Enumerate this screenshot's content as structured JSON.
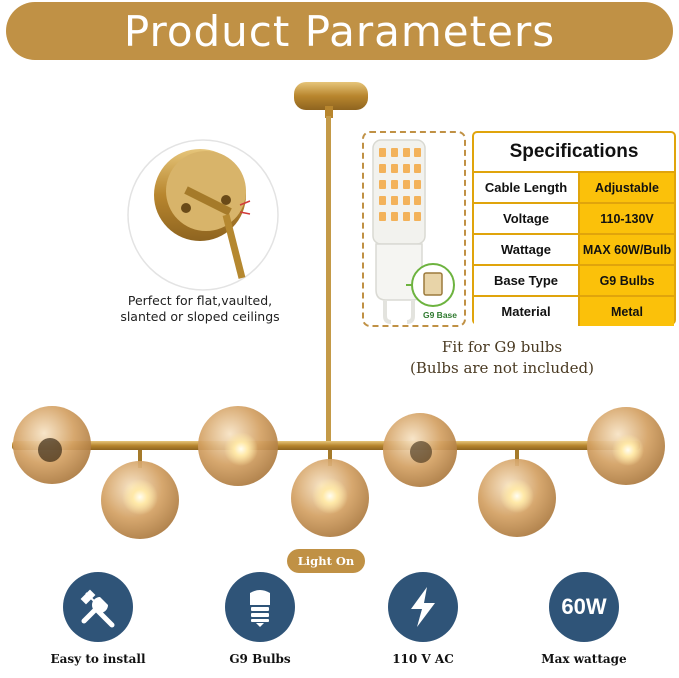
{
  "banner": {
    "title": "Product Parameters"
  },
  "ceiling_note": {
    "line1": "Perfect for flat,vaulted,",
    "line2": "slanted or sloped ceilings"
  },
  "bulb_inset": {
    "base_label": "G9 Base"
  },
  "specifications": {
    "title": "Specifications",
    "rows": [
      {
        "key": "Cable Length",
        "value": "Adjustable"
      },
      {
        "key": "Voltage",
        "value": "110-130V"
      },
      {
        "key": "Wattage",
        "value": "MAX 60W/Bulb"
      },
      {
        "key": "Base Type",
        "value": "G9 Bulbs"
      },
      {
        "key": "Material",
        "value": "Metal"
      }
    ]
  },
  "fit_note": {
    "line1": "Fit for G9 bulbs",
    "line2": "(Bulbs are not included)"
  },
  "light_on_label": "Light On",
  "features": [
    {
      "icon": "tools-icon",
      "label": "Easy to install"
    },
    {
      "icon": "bulb-base-icon",
      "label": "G9 Bulbs"
    },
    {
      "icon": "lightning-icon",
      "label": "110 V AC"
    },
    {
      "icon": "wattage-icon",
      "text": "60W",
      "label": "Max wattage"
    }
  ],
  "colors": {
    "gold": "#c09145",
    "spec_border": "#e0a40c",
    "spec_value_bg": "#fbc10a",
    "icon_blue": "#2f5478",
    "amber_glass": "#c8924a"
  }
}
